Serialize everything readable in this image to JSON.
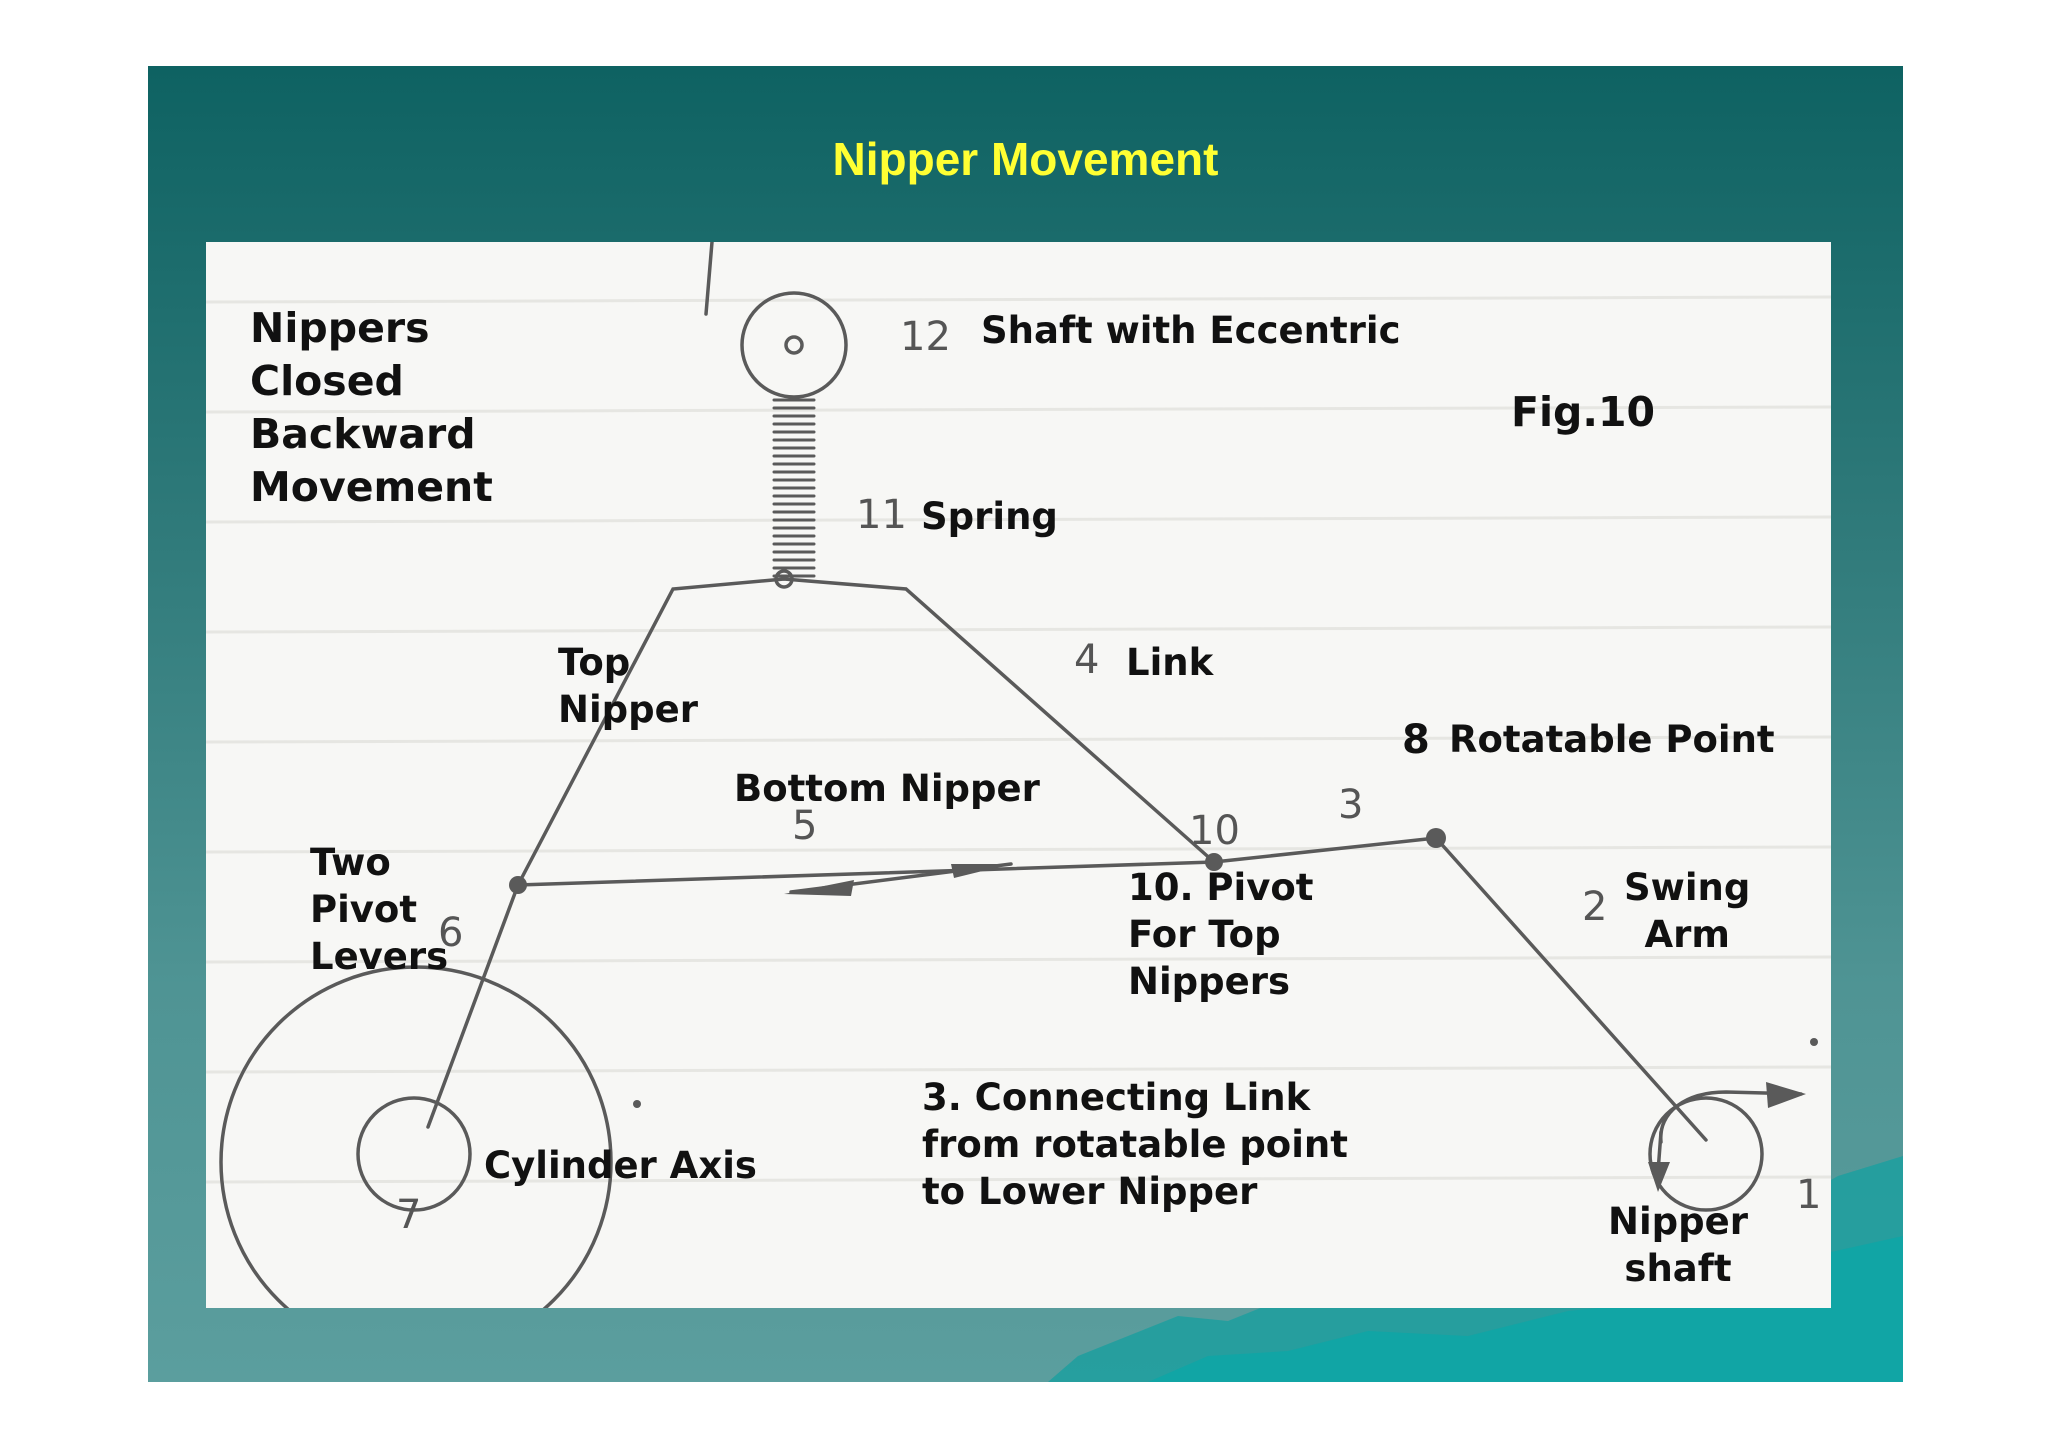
{
  "title": "Nipper Movement",
  "figure_label": "Fig.10",
  "state_label": "Nippers\nClosed\nBackward\nMovement",
  "labels": {
    "shaft_with_eccentric": "Shaft with Eccentric",
    "spring": "Spring",
    "link": "Link",
    "top_nipper": "Top\nNipper",
    "rotatable_point": "Rotatable Point",
    "bottom_nipper": "Bottom Nipper",
    "two_pivot_levers": "Two\nPivot\nLevers",
    "pivot_for_top_nippers": "10. Pivot\nFor Top\nNippers",
    "swing_arm": "Swing\nArm",
    "cylinder_axis": "Cylinder Axis",
    "connecting_link": "3. Connecting Link\nfrom rotatable point\nto Lower Nipper",
    "nipper_shaft": "Nipper\nshaft"
  },
  "part_numbers": {
    "n12": "12",
    "n11": "11",
    "n4": "4",
    "n8": "8",
    "n5": "5",
    "n10": "10",
    "n3": "3",
    "n6": "6",
    "n2": "2",
    "n7": "7",
    "n1": "1"
  },
  "colors": {
    "title": "#ffff33",
    "background_dark": "#0e6262",
    "background_light": "#5b9e9e",
    "panel": "#f7f7f5",
    "line": "#666666"
  }
}
